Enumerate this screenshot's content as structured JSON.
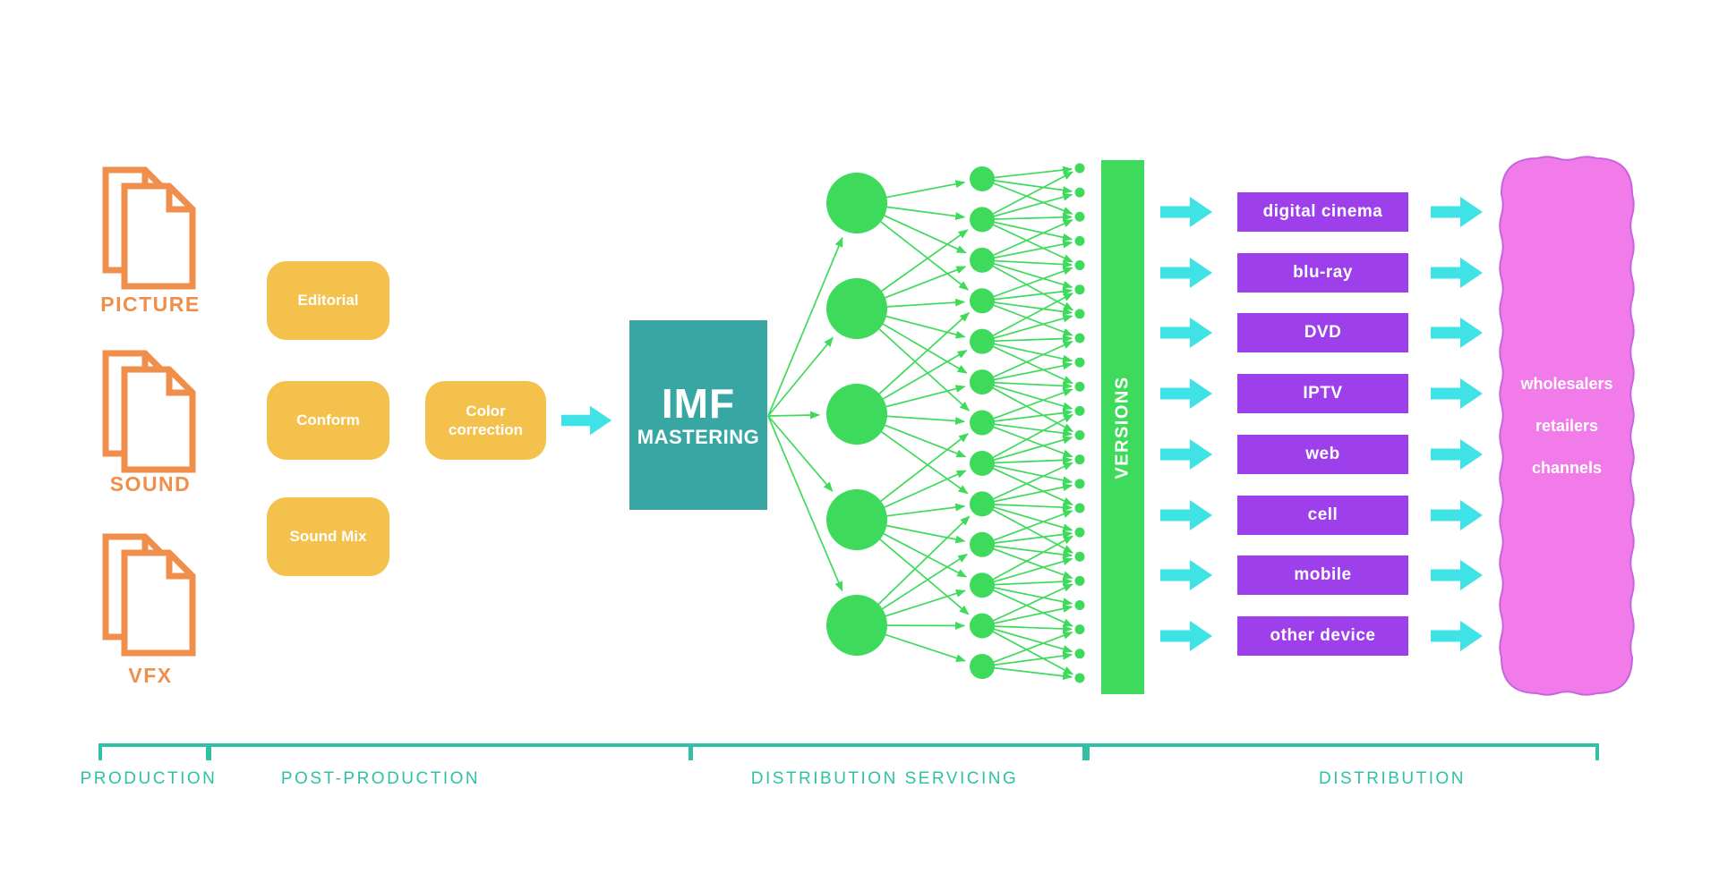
{
  "sources": {
    "items": [
      "PICTURE",
      "SOUND",
      "VFX"
    ]
  },
  "post_production": {
    "editorial": "Editorial",
    "conform": "Conform",
    "sound_mix": "Sound Mix",
    "color_correction": "Color correction"
  },
  "mastering": {
    "line1": "IMF",
    "line2": "MASTERING"
  },
  "network": {
    "large_nodes": 5,
    "medium_nodes": 13,
    "small_nodes": 22
  },
  "versions": {
    "label": "VERSIONS"
  },
  "channels": {
    "items": [
      "digital cinema",
      "blu-ray",
      "DVD",
      "IPTV",
      "web",
      "cell",
      "mobile",
      "other device"
    ]
  },
  "blob": {
    "lines": [
      "wholesalers",
      "retailers",
      "channels"
    ]
  },
  "stages": {
    "items": [
      "PRODUCTION",
      "POST-PRODUCTION",
      "DISTRIBUTION SERVICING",
      "DISTRIBUTION"
    ]
  },
  "colors": {
    "orange": "#F08E4C",
    "yellow": "#F4C14D",
    "teal": "#38A7A3",
    "green": "#3EDA5B",
    "cyan": "#3FE3E5",
    "purple": "#9D3FEA",
    "pink": "#F17CE9",
    "stage": "#2FC0A7"
  }
}
